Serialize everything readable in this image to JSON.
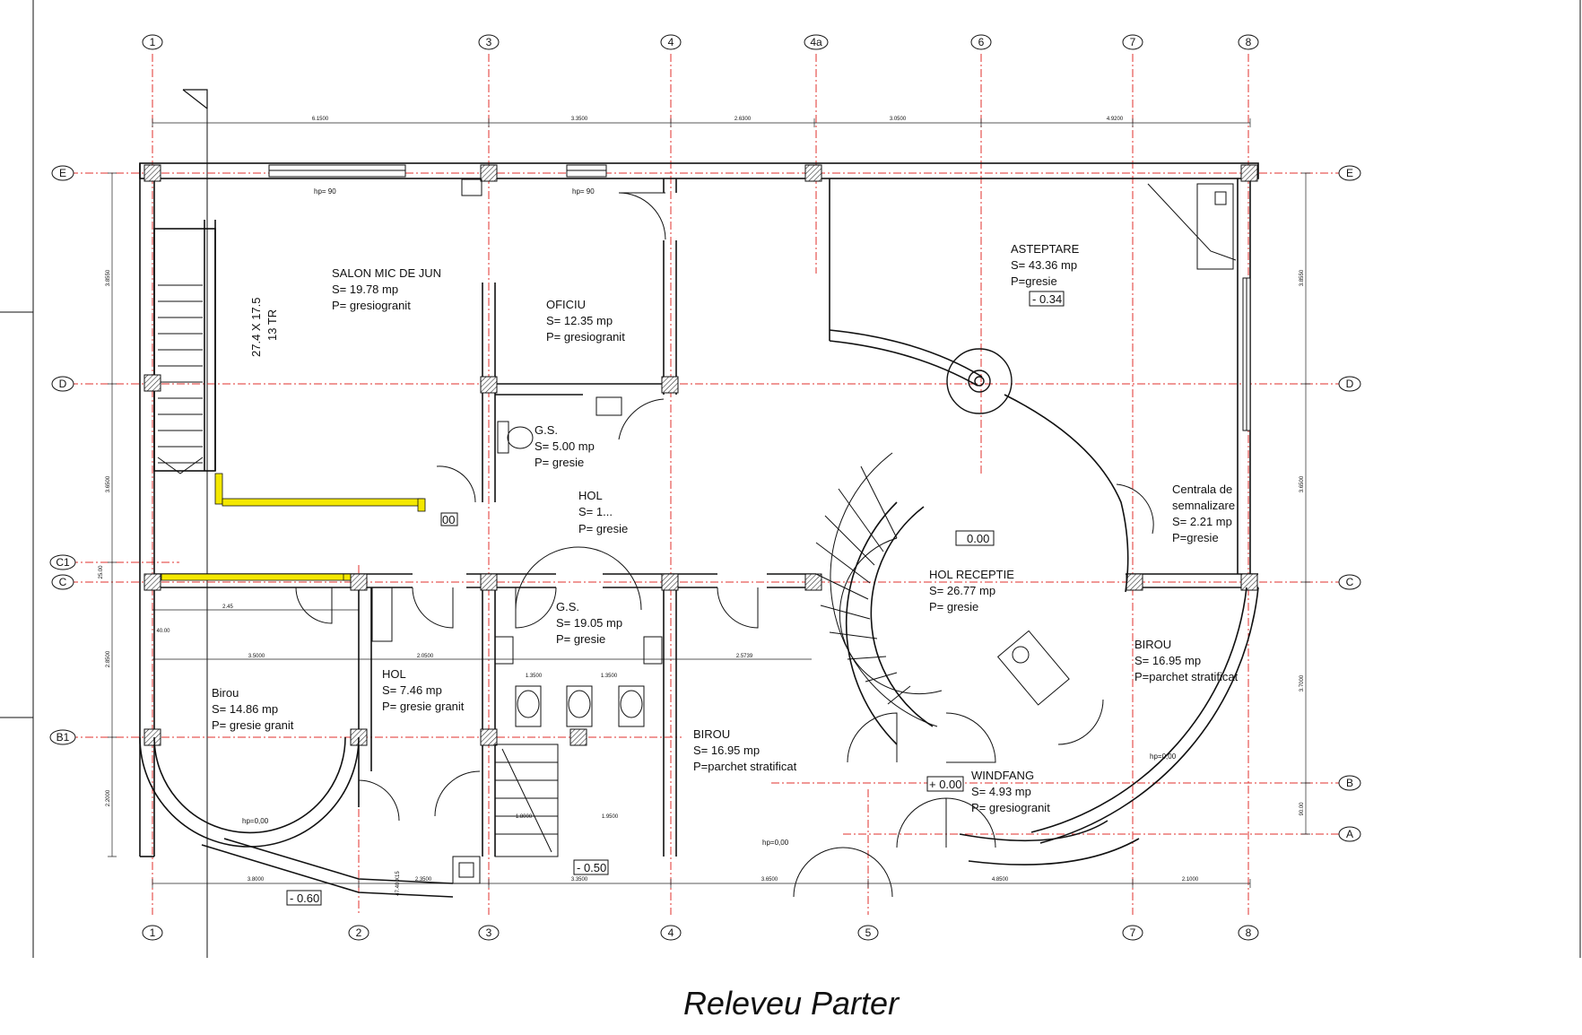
{
  "title": "Releveu Parter",
  "axes": {
    "columns": [
      "1",
      "2",
      "3",
      "4",
      "4a",
      "5",
      "6",
      "7",
      "8"
    ],
    "rows": [
      "E",
      "D",
      "C1",
      "C",
      "B1",
      "B",
      "A"
    ]
  },
  "rooms": [
    {
      "name": "SALON MIC DE JUN",
      "area": "S= 19.78 mp",
      "floor": "P= gresiogranit"
    },
    {
      "name": "OFICIU",
      "area": "S= 12.35 mp",
      "floor": "P= gresiogranit"
    },
    {
      "name": "ASTEPTARE",
      "area": "S= 43.36 mp",
      "floor": "P=gresie"
    },
    {
      "name": "G.S.",
      "area": "S= 5.00 mp",
      "floor": "P= gresie"
    },
    {
      "name": "HOL",
      "area": "S= 1...",
      "floor": "P= gresie"
    },
    {
      "name": "Centrala de",
      "name2": "semnalizare",
      "area": "S= 2.21 mp",
      "floor": "P=gresie"
    },
    {
      "name": "HOL RECEPTIE",
      "area": "S= 26.77 mp",
      "floor": "P= gresie"
    },
    {
      "name": "G.S.",
      "area": "S= 19.05 mp",
      "floor": "P= gresie"
    },
    {
      "name": "BIROU",
      "area": "S= 16.95 mp",
      "floor": "P=parchet stratificat"
    },
    {
      "name": "Birou",
      "area": "S= 14.86 mp",
      "floor": "P= gresie granit"
    },
    {
      "name": "HOL",
      "area": "S= 7.46 mp",
      "floor": "P= gresie granit"
    },
    {
      "name": "BIROU",
      "area": "S= 16.95 mp",
      "floor": "P=parchet stratificat"
    },
    {
      "name": "WINDFANG",
      "area": "S= 4.93 mp",
      "floor": "P= gresiogranit"
    }
  ],
  "levels": [
    "- 0.34",
    "0.00",
    "+ 0.00",
    "- 0.50",
    "- 0.60",
    "00"
  ],
  "stair_label": [
    "27.4 X 17.5",
    "13 TR"
  ],
  "window_heights": [
    "hp= 90",
    "hp= 90",
    "hp=0,00",
    "hp=0,00",
    "hp=0,00"
  ],
  "top_dims": [
    "6.1500",
    "3.3500",
    "2.6300",
    "3.0500",
    "4.9200"
  ],
  "bottom_dims": [
    "3.8000",
    "2.3500",
    "3.3500",
    "3.6500",
    "4.8500",
    "2.1000"
  ],
  "left_dims": [
    "3.8550",
    "3.6500",
    "25.00",
    "2.8500",
    "2.2000"
  ],
  "right_dims": [
    "3.8550",
    "3.6500",
    "3.7000",
    "90.00"
  ],
  "interior_dims": [
    "2.45",
    "3.5000",
    "2.0500",
    "2.5739",
    "1.3500",
    "1.3500",
    "1.8000",
    "1.9500",
    "47.40 X15",
    "40.00"
  ],
  "colors": {
    "axis": "#e0302e",
    "wall": "#111111",
    "hatch": "#333333",
    "highlight": "#f4e800"
  }
}
